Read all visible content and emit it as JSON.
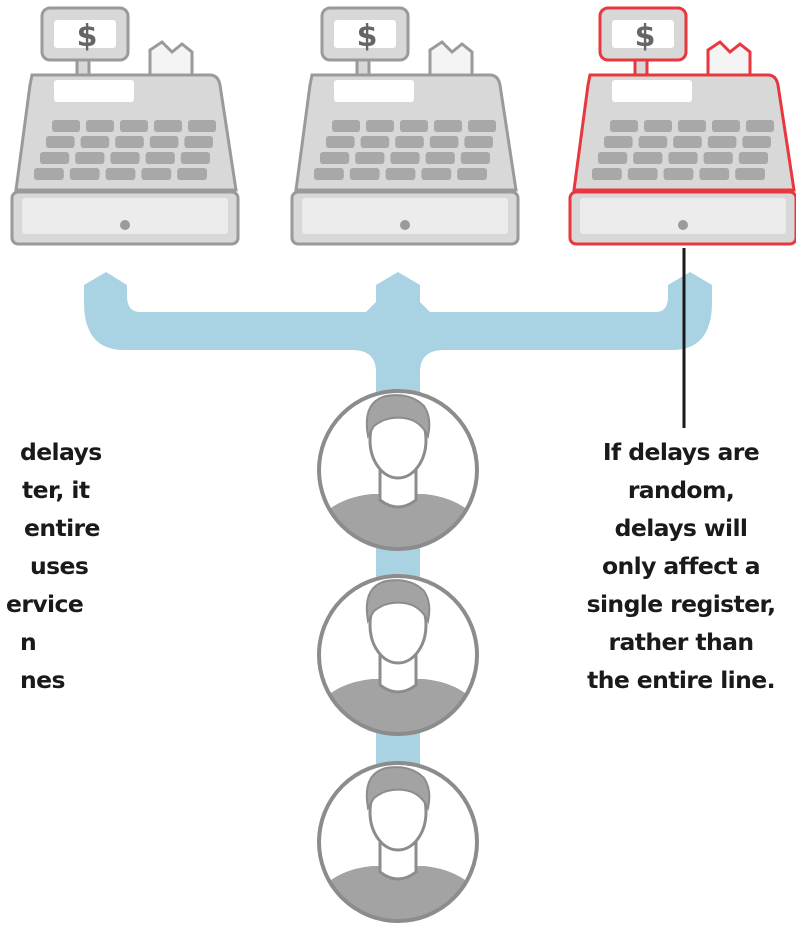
{
  "registers": [
    {
      "id": "register-1",
      "symbol": "$",
      "highlighted": false
    },
    {
      "id": "register-2",
      "symbol": "$",
      "highlighted": false
    },
    {
      "id": "register-3",
      "symbol": "$",
      "highlighted": true
    }
  ],
  "left_caption": {
    "lines": [
      "delays",
      "ter, it",
      "entire",
      "uses",
      "ervice",
      "n",
      "nes"
    ]
  },
  "right_caption": {
    "lines": [
      "If delays are",
      "random,",
      "delays will",
      "only affect a",
      "single register,",
      "rather than",
      "the entire line."
    ]
  },
  "colors": {
    "register_fill": "#d8d8d8",
    "register_stroke": "#9a9a9a",
    "highlight_stroke": "#e8373e",
    "path": "#a9d2e2",
    "person_fill": "#a3a3a3",
    "person_stroke": "#8c8c8c",
    "leader_line": "#1a1a1a"
  }
}
